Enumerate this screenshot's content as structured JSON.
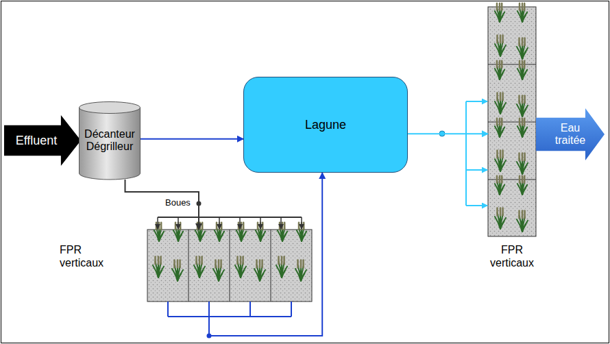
{
  "diagram": {
    "nodes": [
      {
        "text": [
          "Effluent"
        ]
      },
      {
        "text": [
          "Décanteur Dégrilleur"
        ]
      },
      {
        "text": [
          "Lagune"
        ]
      },
      {
        "text": [
          "FPR verticaux"
        ]
      },
      {
        "text": [
          "Eau traitée"
        ]
      },
      {
        "text": [
          "FPR verticaux"
        ]
      }
    ],
    "edges": [
      {
        "from": 1,
        "to": 2,
        "arrow": "to"
      },
      {
        "from": 1,
        "to": 5,
        "label": "Boues",
        "arrow": "to"
      },
      {
        "from": 5,
        "to": 2,
        "arrow": "to"
      },
      {
        "from": 2,
        "to": 3,
        "arrow": "to"
      }
    ]
  }
}
